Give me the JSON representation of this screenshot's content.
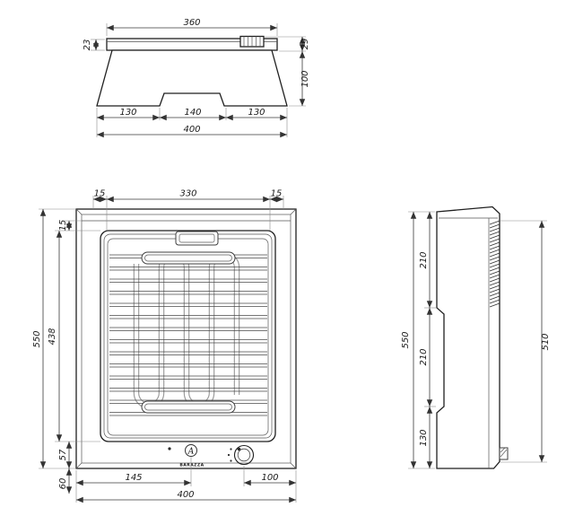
{
  "front_view": {
    "width_top": "360",
    "lip_height": "23",
    "panel_height": "29",
    "body_height": "100",
    "foot_left": "130",
    "recess_center": "140",
    "foot_right": "130",
    "width_total": "400"
  },
  "plan_view": {
    "margin_left": "15",
    "well_width": "330",
    "margin_right": "15",
    "margin_top": "15",
    "well_depth": "438",
    "depth_total": "550",
    "front_gap": "57",
    "front_edge": "60",
    "marker_a_offset": "145",
    "width_total": "400",
    "knob_offset": "100",
    "marker_a": "A",
    "brand": "BARAZZA"
  },
  "side_view": {
    "upper_section": "210",
    "middle_section": "210",
    "lower_section": "130",
    "height_total": "550",
    "panel_height": "510"
  }
}
